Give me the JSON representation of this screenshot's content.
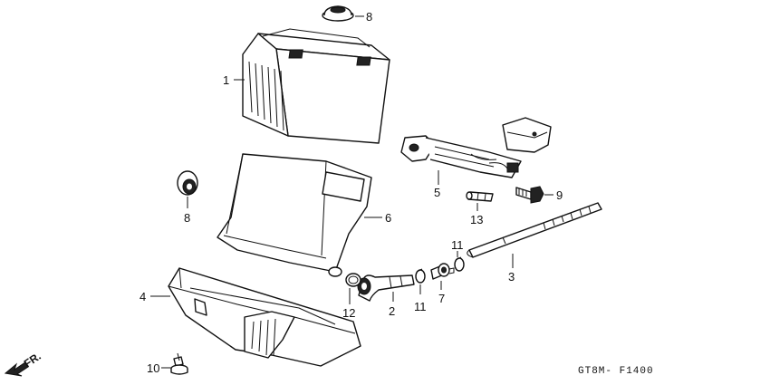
{
  "diagram": {
    "code": "GT8M- F1400",
    "direction_label": "FR.",
    "callouts": {
      "c8_top": "8",
      "c1": "1",
      "c8_left": "8",
      "c6": "6",
      "c5": "5",
      "c9": "9",
      "c13": "13",
      "c11_top": "11",
      "c3": "3",
      "c7": "7",
      "c11_bottom": "11",
      "c2": "2",
      "c12": "12",
      "c4": "4",
      "c10": "10"
    }
  }
}
